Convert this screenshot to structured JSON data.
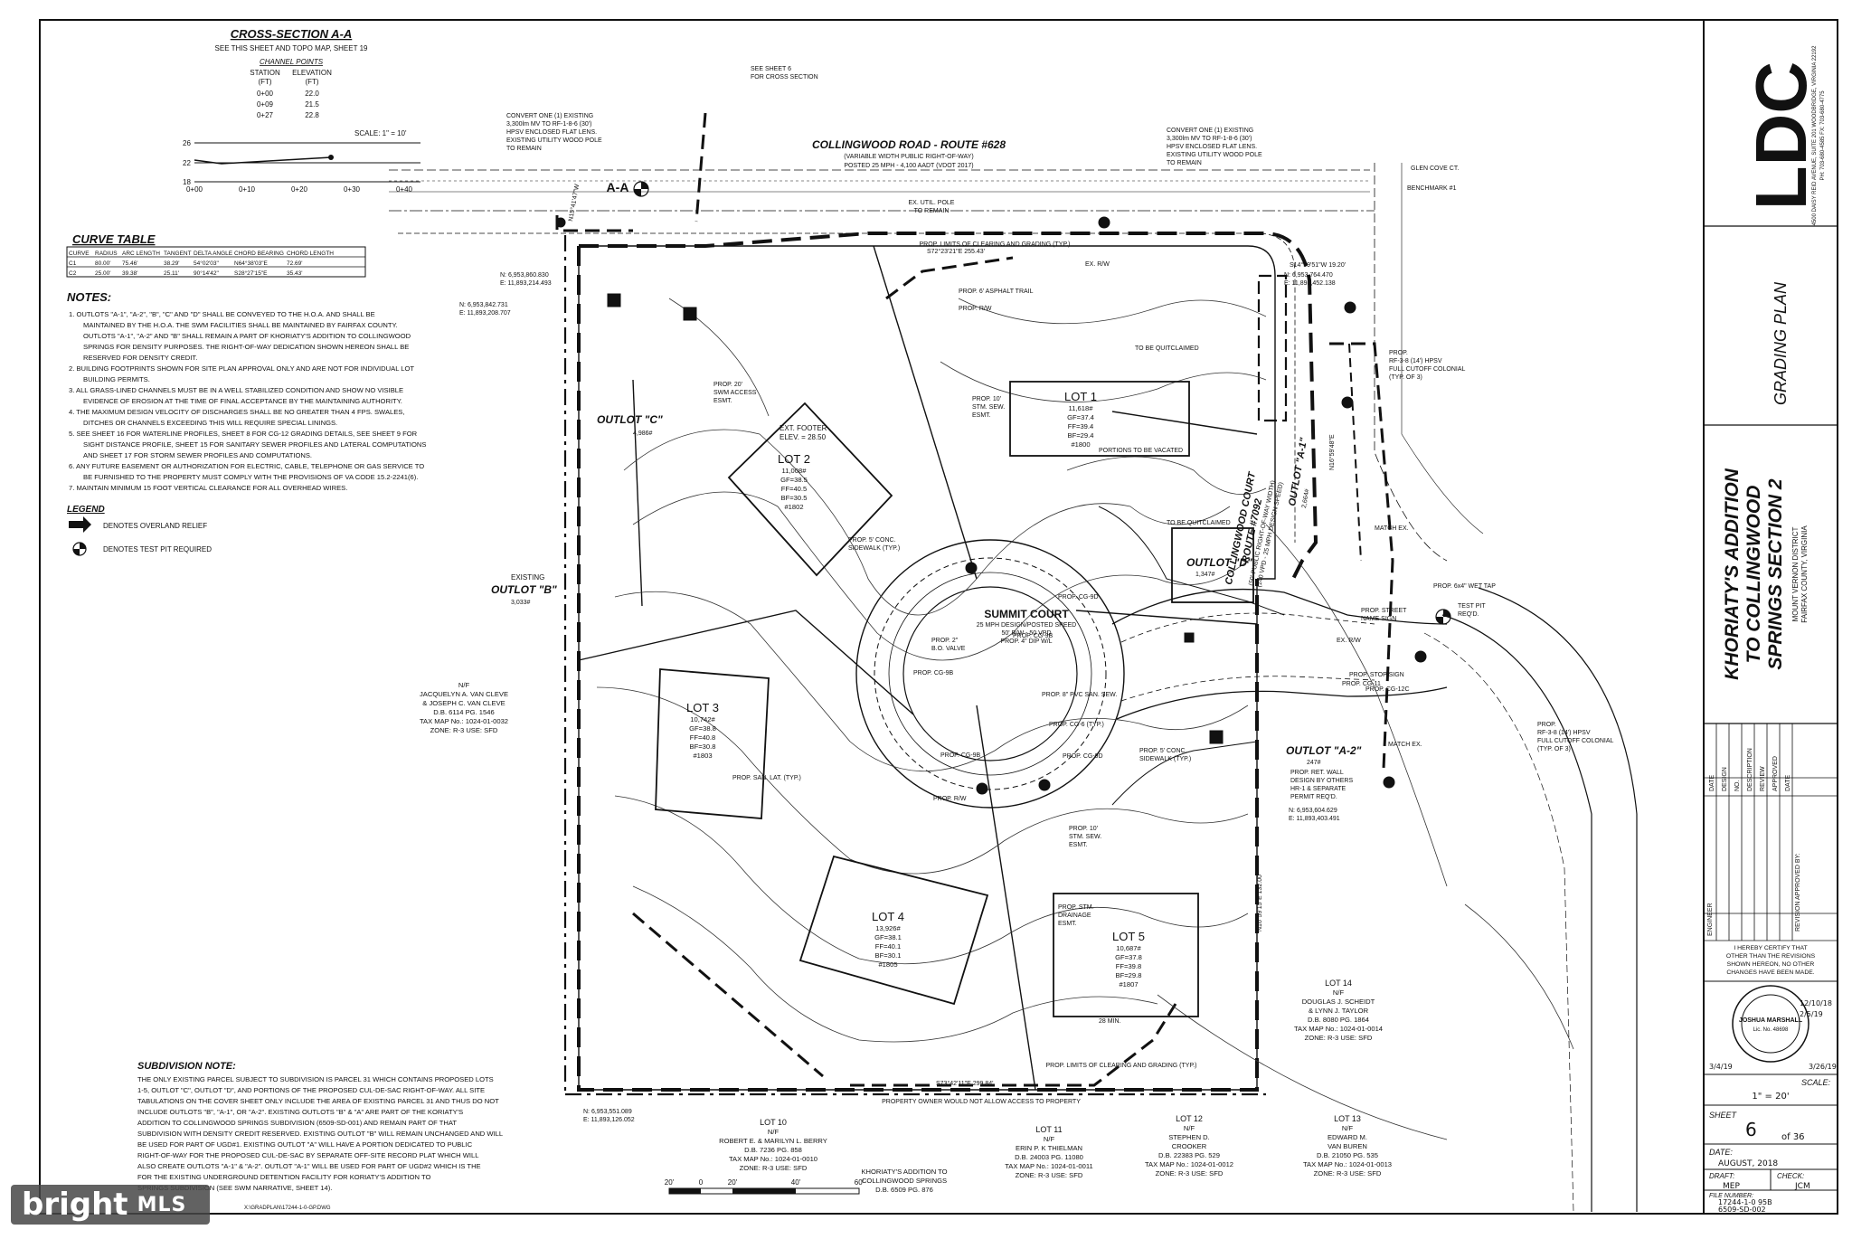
{
  "cross_section": {
    "title": "CROSS-SECTION A-A",
    "subtitle": "SEE THIS SHEET AND TOPO MAP, SHEET 19",
    "header": "CHANNEL POINTS",
    "col1": "STATION",
    "col2": "ELEVATION",
    "unit1": "(FT)",
    "unit2": "(FT)",
    "rows": [
      [
        "0+00",
        "22.0"
      ],
      [
        "0+09",
        "21.5"
      ],
      [
        "0+27",
        "22.8"
      ]
    ],
    "scale": "SCALE: 1\" = 10'",
    "y_ticks": [
      "26",
      "22",
      "18"
    ],
    "x_ticks": [
      "0+00",
      "0+10",
      "0+20",
      "0+30",
      "0+40"
    ]
  },
  "curve_table": {
    "title": "CURVE TABLE",
    "headers": [
      "CURVE",
      "RADIUS",
      "ARC LENGTH",
      "TANGENT",
      "DELTA ANGLE",
      "CHORD BEARING",
      "CHORD LENGTH"
    ],
    "rows": [
      [
        "C1",
        "80.00'",
        "75.46'",
        "38.29'",
        "54°02'03\"",
        "N64°38'03\"E",
        "72.69'"
      ],
      [
        "C2",
        "25.00'",
        "39.38'",
        "25.11'",
        "90°14'42\"",
        "S28°27'15\"E",
        "35.43'"
      ]
    ]
  },
  "notes": {
    "title": "NOTES:",
    "items": [
      "1. OUTLOTS \"A-1\", \"A-2\", \"B\", \"C\" AND \"D\" SHALL BE CONVEYED TO THE H.O.A. AND SHALL BE",
      "MAINTAINED BY THE H.O.A. THE SWM FACILITIES SHALL BE MAINTAINED BY FAIRFAX COUNTY.",
      "OUTLOTS \"A-1\", \"A-2\" AND \"B\" SHALL REMAIN A PART OF KHORIATY'S ADDITION TO COLLINGWOOD",
      "SPRINGS FOR DENSITY PURPOSES. THE RIGHT-OF-WAY DEDICATION SHOWN HEREON SHALL BE",
      "RESERVED FOR DENSITY CREDIT.",
      "2. BUILDING FOOTPRINTS SHOWN FOR SITE PLAN APPROVAL ONLY AND ARE NOT FOR INDIVIDUAL LOT",
      "BUILDING PERMITS.",
      "3. ALL GRASS-LINED CHANNELS MUST BE IN A WELL STABILIZED CONDITION AND SHOW NO VISIBLE",
      "EVIDENCE OF EROSION AT THE TIME OF FINAL ACCEPTANCE BY THE MAINTAINING AUTHORITY.",
      "4. THE MAXIMUM DESIGN VELOCITY OF DISCHARGES SHALL BE NO GREATER THAN 4 FPS. SWALES,",
      "DITCHES OR CHANNELS EXCEEDING THIS WILL REQUIRE SPECIAL LININGS.",
      "5. SEE SHEET 16 FOR WATERLINE PROFILES, SHEET 8 FOR CG-12 GRADING DETAILS, SEE SHEET 9 FOR",
      "SIGHT DISTANCE PROFILE, SHEET 15 FOR SANITARY SEWER PROFILES AND LATERAL COMPUTATIONS",
      "AND SHEET 17 FOR STORM SEWER PROFILES AND COMPUTATIONS.",
      "6. ANY FUTURE EASEMENT OR AUTHORIZATION FOR ELECTRIC, CABLE, TELEPHONE OR GAS SERVICE TO",
      "BE FURNISHED TO THE PROPERTY MUST COMPLY WITH THE PROVISIONS OF VA CODE 15.2-2241(6).",
      "7. MAINTAIN MINIMUM 15 FOOT VERTICAL CLEARANCE FOR ALL OVERHEAD WIRES."
    ]
  },
  "legend": {
    "title": "LEGEND",
    "items": [
      "DENOTES OVERLAND RELIEF",
      "DENOTES TEST PIT REQUIRED"
    ]
  },
  "subdivision_note": {
    "title": "SUBDIVISION NOTE:",
    "lines": [
      "THE ONLY EXISTING PARCEL SUBJECT TO SUBDIVISION IS PARCEL 31 WHICH CONTAINS PROPOSED LOTS",
      "1-5, OUTLOT \"C\", OUTLOT \"D\", AND PORTIONS OF THE PROPOSED CUL-DE-SAC RIGHT-OF-WAY. ALL SITE",
      "TABULATIONS ON THE COVER SHEET ONLY INCLUDE THE AREA OF EXISTING PARCEL 31 AND THUS DO NOT",
      "INCLUDE OUTLOTS \"B\", \"A-1\", OR \"A-2\". EXISTING OUTLOTS \"B\" & \"A\" ARE PART OF THE KORIATY'S",
      "ADDITION TO COLLINGWOOD SPRINGS SUBDIVISION (6509-SD-001) AND REMAIN PART OF THAT",
      "SUBDIVISION WITH DENSITY CREDIT RESERVED. EXISTING OUTLOT \"B\" WILL REMAIN UNCHANGED AND WILL",
      "BE USED FOR PART OF UGD#1. EXISTING OUTLOT \"A\" WILL HAVE A PORTION DEDICATED TO PUBLIC",
      "RIGHT-OF-WAY FOR THE PROPOSED CUL-DE-SAC BY SEPARATE OFF-SITE RECORD PLAT WHICH WILL",
      "ALSO CREATE OUTLOTS \"A-1\" & \"A-2\". OUTLOT \"A-1\" WILL BE USED FOR PART OF UGD#2 WHICH IS THE",
      "FOR THE EXISTING UNDERGROUND DETENTION FACILITY FOR KORIATY'S ADDITION TO",
      "SPRINGS SUBDIVISION (SEE SWM NARRATIVE, SHEET 14)."
    ]
  },
  "road": {
    "name": "COLLINGWOOD ROAD - ROUTE #628",
    "sub1": "(VARIABLE WIDTH PUBLIC RIGHT-OF-WAY)",
    "sub2": "POSTED 25 MPH - 4,100 AADT (VDOT 2017)",
    "court_name": "COLLINGWOOD COURT",
    "court_route": "ROUTE #7092",
    "court_sub": "(50' PUBLIC RIGHT-OF-WAY WIDTH)",
    "court_sub2": "(140 VPD - 25 MPH DESIGN SPEED)",
    "summit": "SUMMIT COURT",
    "summit_sub1": "25 MPH DESIGN/POSTED SPEED",
    "summit_sub2": "50' R/W - 50 VPD",
    "summit_sub3": "PROP. 4\" DIP W/L"
  },
  "callouts": {
    "convert_left": [
      "CONVERT ONE (1) EXISTING",
      "3,300lm MV TO RF-1-8-6 (30')",
      "HPSV ENCLOSED FLAT LENS.",
      "EXISTING UTILITY WOOD POLE",
      "TO REMAIN"
    ],
    "convert_right": [
      "CONVERT ONE (1) EXISTING",
      "3,300lm MV TO RF-1-8-6 (30')",
      "HPSV ENCLOSED FLAT LENS.",
      "EXISTING UTILITY WOOD POLE",
      "TO REMAIN"
    ],
    "see_sheet": [
      "SEE SHEET 6",
      "FOR CROSS SECTION"
    ],
    "aa": "A-A",
    "util_pole": [
      "EX. UTIL. POLE",
      "TO REMAIN"
    ],
    "clearing_top": "PROP. LIMITS OF CLEARING AND GRADING (TYP.)",
    "clearing_bottom": "PROP. LIMITS OF CLEARING AND GRADING (TYP.)",
    "property_owner": "PROPERTY OWNER WOULD NOT ALLOW ACCESS TO PROPERTY",
    "asphalt": "PROP. 6' ASPHALT TRAIL",
    "ex_rw": "EX. R/W",
    "prop_rw": "PROP. R/W",
    "quitclaimed1": "TO BE QUITCLAIMED",
    "quitclaimed2": "TO BE QUITCLAIMED",
    "vacated": "PORTIONS TO BE VACATED",
    "rf_top": [
      "PROP.",
      "RF-3-8 (14') HPSV",
      "FULL CUTOFF COLONIAL",
      "(TYP. OF 3)"
    ],
    "rf_bottom": [
      "PROP.",
      "RF-3-8 (14') HPSV",
      "FULL CUTOFF COLONIAL",
      "(TYP. OF 3)"
    ],
    "street_name": [
      "PROP. STREET",
      "NAME SIGN"
    ],
    "stop_sign": "PROP. STOP SIGN",
    "cg12c": "PROP. CG-12C",
    "cg11": "PROP. CG-11",
    "wall": [
      "PROP. RET. WALL",
      "DESIGN BY OTHERS",
      "HR-1 & SEPARATE",
      "PERMIT REQ'D."
    ],
    "test_pit": [
      "TEST PIT",
      "REQ'D."
    ],
    "wet_tap": "PROP. 6x4\" WET TAP",
    "footer_elev": [
      "EXT. FOOTER",
      "ELEV. = 28.50"
    ],
    "swm_access": [
      "PROP. 20'",
      "SWM ACCESS",
      "ESMT."
    ],
    "stm_sew1": [
      "PROP. 10'",
      "STM. SEW.",
      "ESMT."
    ],
    "stm_sew2": [
      "PROP. 10'",
      "STM. SEW.",
      "ESMT."
    ],
    "sidewalk1": [
      "PROP. 5' CONC.",
      "SIDEWALK (TYP.)"
    ],
    "sidewalk2": [
      "PROP. 5' CONC.",
      "SIDEWALK (TYP.)"
    ],
    "san_lat": "PROP. SAN. LAT. (TYP.)",
    "pvc": "PROP. 8\" PVC SAN. SEW.",
    "cg6": "PROP. CG-6 (TYP.)",
    "cg6r": "PROP. CG-6R",
    "cg9b_1": "PROP. CG-9B",
    "cg9b_2": "PROP. CG-9B",
    "cg9b_3": "PROP. CG-9B",
    "cg9d_1": "PROP. CG-9D",
    "cg9d_2": "PROP. CG-9D",
    "drainage": [
      "PROP. STM.",
      "DRAINAGE",
      "ESMT."
    ],
    "bo_valve": [
      "PROP. 2\"",
      "B.O. VALVE"
    ],
    "ex_rw2": "EX. R/W",
    "match1": "MATCH EX.",
    "match2": "MATCH EX.",
    "glen_cove": "GLEN COVE CT.",
    "benchmark": "BENCHMARK #1",
    "min28": "28 MIN."
  },
  "coords": {
    "n1": "N: 6,953,860.830",
    "e1": "E: 11,893,214.493",
    "n2": "N: 6,953,842.731",
    "e2": "E: 11,893,208.707",
    "n3": "N: 6,953,764.470",
    "e3": "E: 11,893,452.138",
    "n4": "N: 6,953,604.629",
    "e4": "E: 11,893,403.491",
    "n5": "N: 6,953,551.089",
    "e5": "E: 11,893,126.052",
    "b1": "S72°23'21\"E  255.43'",
    "b2": "N15°41'47\"W",
    "b3": "S73°42'11\"E  299.84'",
    "b4": "N16°59'15\"E  132.00'",
    "b5": "S14°59'51\"W 19.20'",
    "b6": "N16°59'48\"E"
  },
  "lots": [
    {
      "name": "LOT 1",
      "area": "11,618#",
      "gf": "GF=37.4",
      "ff": "FF=39.4",
      "bf": "BF=29.4",
      "model": "#1800"
    },
    {
      "name": "LOT 2",
      "area": "11,008#",
      "gf": "GF=38.5",
      "ff": "FF=40.5",
      "bf": "BF=30.5",
      "model": "#1802"
    },
    {
      "name": "LOT 3",
      "area": "10,742#",
      "gf": "GF=38.8",
      "ff": "FF=40.8",
      "bf": "BF=30.8",
      "model": "#1803"
    },
    {
      "name": "LOT 4",
      "area": "13,926#",
      "gf": "GF=38.1",
      "ff": "FF=40.1",
      "bf": "BF=30.1",
      "model": "#1805"
    },
    {
      "name": "LOT 5",
      "area": "10,687#",
      "gf": "GF=37.8",
      "ff": "FF=39.8",
      "bf": "BF=29.8",
      "model": "#1807"
    }
  ],
  "outlots": {
    "c": "OUTLOT \"C\"",
    "c_area": "4,986#",
    "b_existing": "EXISTING",
    "b": "OUTLOT \"B\"",
    "b_area": "3,033#",
    "a1": "OUTLOT \"A-1\"",
    "a1_area": "2,664#",
    "d": "OUTLOT \"D\"",
    "d_area": "1,347#",
    "a2": "OUTLOT \"A-2\"",
    "a2_area": "247#"
  },
  "neighbors": {
    "vancleve": [
      "N/F",
      "JACQUELYN A. VAN CLEVE",
      "& JOSEPH C. VAN CLEVE",
      "D.B. 6114 PG. 1546",
      "TAX MAP No.: 1024-01-0032",
      "ZONE: R-3   USE: SFD"
    ],
    "lot10": [
      "LOT 10",
      "N/F",
      "ROBERT E. & MARILYN L. BERRY",
      "D.B. 7236 PG. 858",
      "TAX MAP No.: 1024-01-0010",
      "ZONE: R-3   USE: SFD"
    ],
    "lot11": [
      "LOT 11",
      "N/F",
      "ERIN P. K THIELMAN",
      "D.B. 24003 PG. 11080",
      "TAX MAP No.: 1024-01-0011",
      "ZONE: R-3   USE: SFD"
    ],
    "lot12": [
      "LOT 12",
      "N/F",
      "STEPHEN D.",
      "CROOKER",
      "D.B. 22383 PG. 529",
      "TAX MAP No.: 1024-01-0012",
      "ZONE: R-3   USE: SFD"
    ],
    "lot13": [
      "LOT 13",
      "N/F",
      "EDWARD M.",
      "VAN BUREN",
      "D.B. 21050 PG. 535",
      "TAX MAP No.: 1024-01-0013",
      "ZONE: R-3   USE: SFD"
    ],
    "lot14": [
      "LOT 14",
      "N/F",
      "DOUGLAS J. SCHEIDT",
      "& LYNN J. TAYLOR",
      "D.B. 8080 PG. 1864",
      "TAX MAP No.: 1024-01-0014",
      "ZONE: R-3   USE: SFD"
    ],
    "khoriaty": [
      "KHORIATY'S ADDITION TO",
      "COLLINGWOOD SPRINGS",
      "D.B. 6509 PG. 876"
    ]
  },
  "scale_bar": [
    "20'",
    "0",
    "20'",
    "40'",
    "60'"
  ],
  "title_block": {
    "logo": "LDC",
    "address": "4500 DAISY REID AVENUE, SUITE 201 WOODBRIDGE, VIRGINIA 22192",
    "phone": "PH: 703-680-4585   FX: 703-680-4775",
    "plan_title": "GRADING PLAN",
    "project1": "KHORIATY'S ADDITION",
    "project2": "TO COLLINGWOOD",
    "project3": "SPRINGS SECTION 2",
    "district": "MOUNT VERNON DISTRICT",
    "county": "FAIRFAX COUNTY, VIRGINIA",
    "rev_cols": [
      "DATE",
      "DESIGN",
      "NO.",
      "DESCRIPTION",
      "REVIEW",
      "APPROVED",
      "DATE"
    ],
    "engineer": "ENGINEER",
    "revision_by": "REVISION APPROVED BY:",
    "certify": [
      "I HEREBY CERTIFY THAT",
      "OTHER THAN THE REVISIONS",
      "SHOWN HEREON, NO OTHER",
      "CHANGES HAVE BEEN MADE."
    ],
    "seal_name": "JOSHUA MARSHALL",
    "seal_lic": "Lic. No. 48698",
    "seal_dates": [
      "12/10/18",
      "2/5/19"
    ],
    "seal_bottom": [
      "3/4/19",
      "3/26/19"
    ],
    "scale_label": "SCALE:",
    "scale_val": "1\" = 20'",
    "sheet_label": "SHEET",
    "sheet_no": "6",
    "sheet_of": "of 36",
    "date_label": "DATE:",
    "date_val": "AUGUST, 2018",
    "draft_label": "DRAFT:",
    "check_label": "CHECK:",
    "draft_val": "MEP",
    "check_val": "JCM",
    "file_label": "FILE NUMBER:",
    "file_val": "17244-1-0  95B",
    "file_val2": "6509-SD-002"
  },
  "footer_path": "X:\\GRADPLAN\\17244-1-0-GP.DWG",
  "watermark": {
    "brand": "bright",
    "suffix": "MLS"
  }
}
